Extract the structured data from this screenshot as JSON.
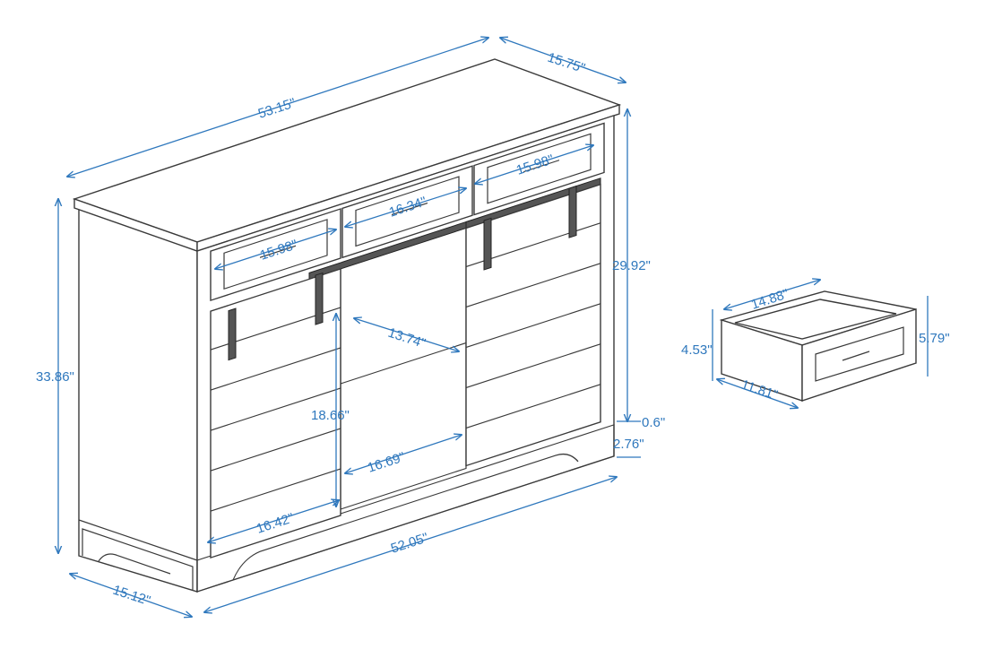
{
  "title": "Dresser dimension diagram",
  "colors": {
    "dimension": "#2f78bd",
    "outline": "#3a3a3a"
  },
  "dimensions": {
    "overall_width": "53.15\"",
    "overall_depth": "15.75\"",
    "overall_height": "33.86\"",
    "body_height": "29.92\"",
    "left_drawer_width": "15.98\"",
    "center_drawer_width": "16.34\"",
    "right_drawer_width": "15.98\"",
    "shelf_depth": "13.74\"",
    "cabinet_height": "18.66\"",
    "open_cabinet_width": "16.69\"",
    "door_width": "16.42\"",
    "base_width": "52.05\"",
    "side_depth": "15.12\"",
    "top_gap": "0.6\"",
    "base_height": "2.76\""
  },
  "drawer": {
    "inner_width": "14.88\"",
    "inner_height": "4.53\"",
    "front_height": "5.79\"",
    "inner_depth": "11.81\""
  }
}
